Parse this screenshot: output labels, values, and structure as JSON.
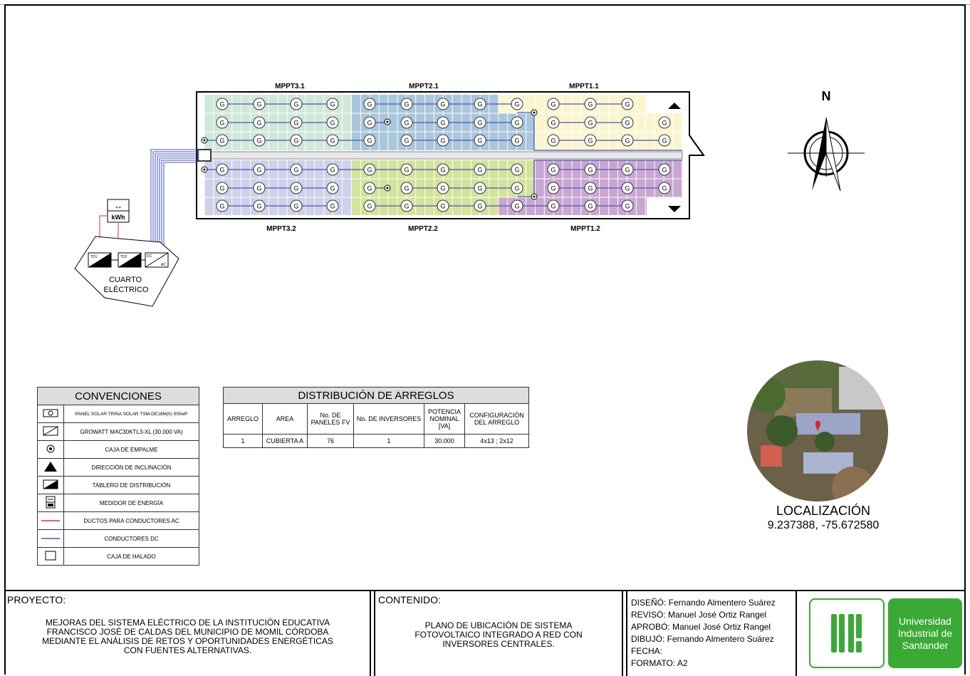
{
  "array_labels": {
    "mppt3_1": "MPPT3.1",
    "mppt2_1": "MPPT2.1",
    "mppt1_1": "MPPT1.1",
    "mppt3_2": "MPPT3.2",
    "mppt2_2": "MPPT2.2",
    "mppt1_2": "MPPT1.2"
  },
  "panel_glyph": "G",
  "meter_glyph": "kWh",
  "meter_arrow": "↔",
  "electrical_room": {
    "line1": "CUARTO",
    "line2": "ELÉCTRICO",
    "td1": "TD1",
    "td2": "TD2",
    "dc": "DC",
    "ac": "AC"
  },
  "north": "N",
  "conventions": {
    "title": "CONVENCIONES",
    "items": [
      {
        "icon": "solar-panel-icon",
        "label": "PANEL SOLAR TRINA SOLAR TSM-DE18M(II) 500wP"
      },
      {
        "icon": "inverter-icon",
        "label": "GROWATT MAC30KTL3-XL (30.000 VA)"
      },
      {
        "icon": "junction-box-icon",
        "label": "CAJA DE EMPALME"
      },
      {
        "icon": "tilt-direction-icon",
        "label": "DIRECCIÓN DE INCLINACIÓN"
      },
      {
        "icon": "distribution-board-icon",
        "label": "TABLERO DE DISTRIBUCIÓN"
      },
      {
        "icon": "energy-meter-icon",
        "label": "MEDIDOR DE ENERGÍA"
      },
      {
        "icon": "ac-duct-line-icon",
        "label": "DUCTOS PARA CONDUCTORES AC"
      },
      {
        "icon": "dc-conductor-line-icon",
        "label": "CONDUCTORES DC"
      },
      {
        "icon": "pull-box-icon",
        "label": "CAJA DE HALADO"
      }
    ]
  },
  "distribution": {
    "title": "DISTRIBUCIÓN DE ARREGLOS",
    "headers": [
      "ARREGLO",
      "AREA",
      "No. DE PANELES FV",
      "No. DE INVERSORES",
      "POTENCIA NOMINAL [VA]",
      "CONFIGURACIÓN DEL ARREGLO"
    ],
    "rows": [
      [
        "1",
        "CUBIERTA A",
        "76",
        "1",
        "30.000",
        "4x13 ; 2x12"
      ]
    ]
  },
  "location": {
    "title": "LOCALIZACIÓN",
    "coords": "9.237388, -75.672580"
  },
  "project": {
    "label": "PROYECTO:",
    "lines": [
      "MEJORAS DEL SISTEMA ELÉCTRICO DE LA INSTITUCIÓN EDUCATIVA",
      "FRANCISCO JOSÉ DE CALDAS DEL MUNICIPIO DE MOMIL CÓRDOBA",
      "MEDIANTE EL ANÁLISIS DE RETOS Y OPORTUNIDADES ENERGÉTICAS",
      "CON FUENTES ALTERNATIVAS."
    ]
  },
  "content": {
    "label": "CONTENIDO:",
    "lines": [
      "PLANO DE UBICACIÓN DE SISTEMA",
      "FOTOVOLTAICO INTEGRADO A RED CON",
      "INVERSORES CENTRALES."
    ]
  },
  "credits": {
    "design": "DISEÑÓ: Fernando Almentero Suárez",
    "review": "REVISÓ:  Manuel José Ortiz Rangel",
    "approve": "APROBÓ: Manuel José Ortiz Rangel",
    "drawing": "DIBUJÓ:  Fernando Almentero Suárez",
    "date": "FECHA:",
    "format": "FORMATO: A2"
  },
  "university": {
    "line1": "Universidad",
    "line2": "Industrial de",
    "line3": "Santander"
  },
  "colors": {
    "mppt3_1": "#cfe8da",
    "mppt2_1": "#a9c6dc",
    "mppt1_1": "#fbf5cf",
    "mppt3_2": "#cfd0ea",
    "mppt2_2": "#d3e39a",
    "mppt1_2": "#c9a6d2",
    "dc": "#4a55b8",
    "ac": "#e03030",
    "brand": "#3ba935"
  }
}
